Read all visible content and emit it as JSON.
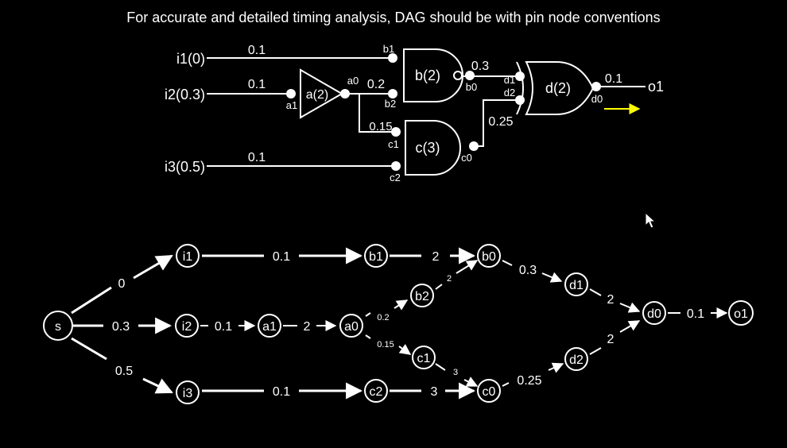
{
  "title": "For accurate  and detailed timing analysis, DAG should be with pin node conventions",
  "circuit": {
    "inputs": [
      {
        "label": "i1(0)"
      },
      {
        "label": "i2(0.3)"
      },
      {
        "label": "i3(0.5)"
      }
    ],
    "output": {
      "label": "o1"
    },
    "gates": {
      "a": "a(2)",
      "b": "b(2)",
      "c": "c(3)",
      "d": "d(2)"
    },
    "pins": {
      "a0": "a0",
      "a1": "a1",
      "b0": "b0",
      "b1": "b1",
      "b2": "b2",
      "c0": "c0",
      "c1": "c1",
      "c2": "c2",
      "d0": "d0",
      "d1": "d1",
      "d2": "d2"
    },
    "wire_delays": {
      "i1_b1": "0.1",
      "i2_a1": "0.1",
      "a0_b2": "0.2",
      "a0_c1": "0.15",
      "i3_c2": "0.1",
      "b0_d1": "0.3",
      "c0_d2": "0.25",
      "d0_o1": "0.1"
    },
    "arrow_color": "#ffff00"
  },
  "dag": {
    "nodes": {
      "s": "s",
      "i1": "i1",
      "i2": "i2",
      "i3": "i3",
      "a1": "a1",
      "a0": "a0",
      "b1": "b1",
      "b2": "b2",
      "b0": "b0",
      "c1": "c1",
      "c2": "c2",
      "c0": "c0",
      "d1": "d1",
      "d2": "d2",
      "d0": "d0",
      "o1": "o1"
    },
    "edges": {
      "s_i1": "0",
      "s_i2": "0.3",
      "s_i3": "0.5",
      "i1_b1": "0.1",
      "i2_a1": "0.1",
      "a1_a0": "2",
      "a0_b2": "0.2",
      "a0_c1": "0.15",
      "i3_c2": "0.1",
      "b1_b0": "2",
      "b2_b0": "2",
      "c1_c0": "3",
      "c2_c0": "3",
      "b0_d1": "0.3",
      "c0_d2": "0.25",
      "d1_d0": "2",
      "d2_d0": "2",
      "d0_o1": "0.1"
    }
  }
}
